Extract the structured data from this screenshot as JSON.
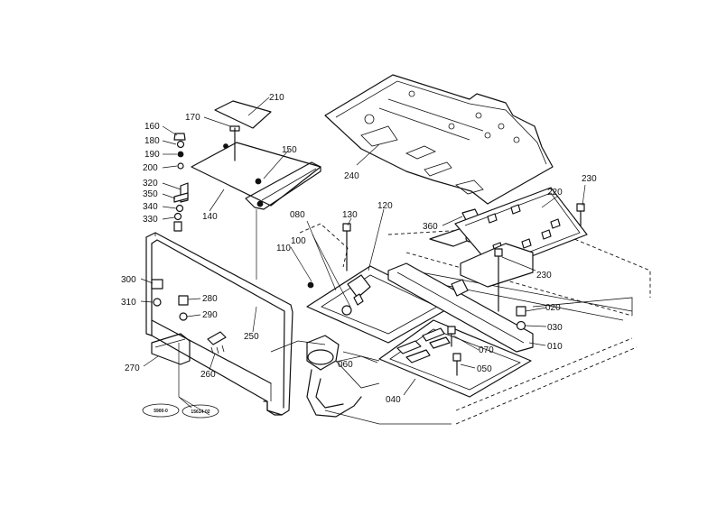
{
  "labels": {
    "p210": "210",
    "p170": "170",
    "p160": "160",
    "p180": "180",
    "p190": "190",
    "p200": "200",
    "p150": "150",
    "p140": "140",
    "p320": "320",
    "p350": "350",
    "p340": "340",
    "p330": "330",
    "p240": "240",
    "p220": "220",
    "p230a": "230",
    "p080": "080",
    "p130": "130",
    "p120": "120",
    "p360": "360",
    "p110": "110",
    "p100": "100",
    "p230b": "230",
    "p300": "300",
    "p280": "280",
    "p310": "310",
    "p290": "290",
    "p020": "020",
    "p250": "250",
    "p030": "030",
    "p010": "010",
    "p070": "070",
    "p060": "060",
    "p270": "270",
    "p050": "050",
    "p260": "260",
    "p040": "040"
  },
  "tags": {
    "left": "5900-0",
    "right": "15614-02"
  }
}
